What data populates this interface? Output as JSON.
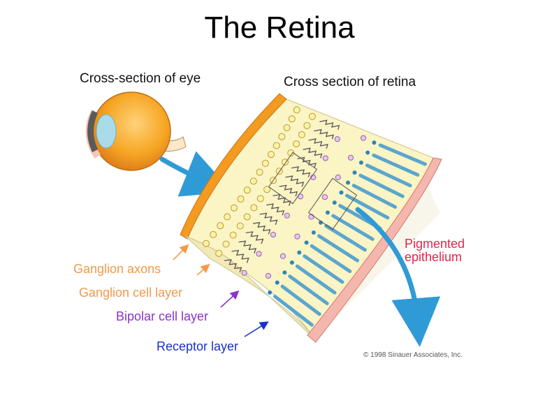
{
  "title": "The Retina",
  "labels": {
    "eye": "Cross-section of eye",
    "retina": "Cross section of retina",
    "pigmented_line1": "Pigmented",
    "pigmented_line2": "epithelium",
    "ganglion_axons": "Ganglion axons",
    "ganglion_cell_layer": "Ganglion cell layer",
    "bipolar_cell_layer": "Bipolar cell layer",
    "receptor_layer": "Receptor layer",
    "copyright": "© 1998 Sinauer Associates, Inc."
  },
  "colors": {
    "orange_label": "#f2994a",
    "purple_label": "#8a35c9",
    "blue_label": "#1c2fd0",
    "red_label": "#e0254d",
    "arrow_blue": "#2f9bd6"
  },
  "icons": {
    "eye": "eyeball-cross-section",
    "arrows": "curved-arrow"
  }
}
